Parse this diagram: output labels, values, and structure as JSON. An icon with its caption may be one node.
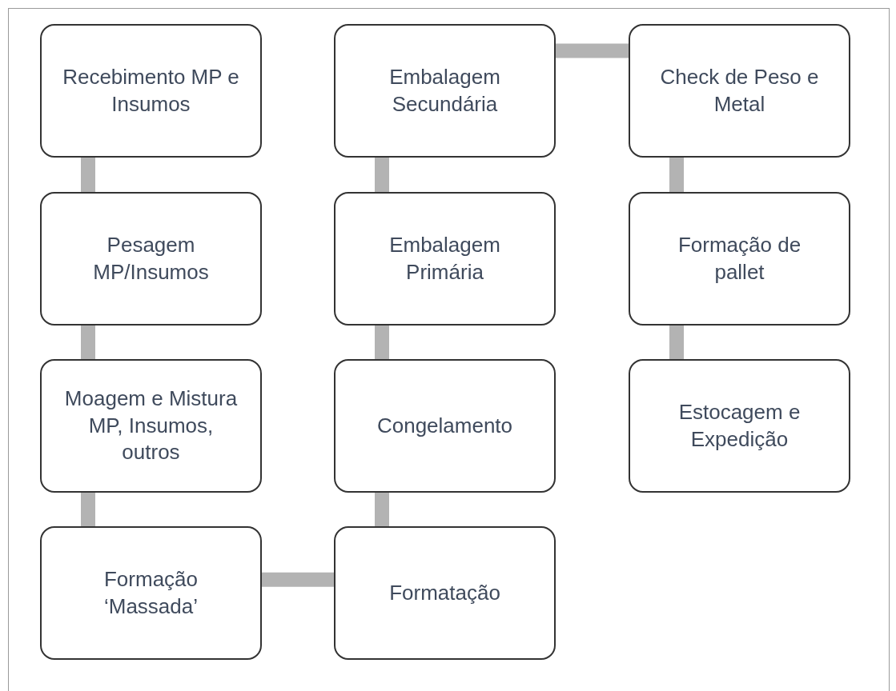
{
  "diagram": {
    "nodes": [
      {
        "text": [
          "Recebimento MP e Insumos"
        ]
      },
      {
        "text": [
          "Pesagem MP/Insumos"
        ]
      },
      {
        "text": [
          "Moagem e Mistura MP, Insumos, outros"
        ]
      },
      {
        "text": [
          "Formação ‘Massada’"
        ]
      },
      {
        "text": [
          "Formatação"
        ]
      },
      {
        "text": [
          "Congelamento"
        ]
      },
      {
        "text": [
          "Embalagem Primária"
        ]
      },
      {
        "text": [
          "Embalagem Secundária"
        ]
      },
      {
        "text": [
          "Check de Peso e Metal"
        ]
      },
      {
        "text": [
          "Formação de pallet"
        ]
      },
      {
        "text": [
          "Estocagem e Expedição"
        ]
      }
    ],
    "edges": [
      {
        "from": 0,
        "to": 1,
        "arrow": "none"
      },
      {
        "from": 1,
        "to": 2,
        "arrow": "none"
      },
      {
        "from": 2,
        "to": 3,
        "arrow": "none"
      },
      {
        "from": 3,
        "to": 4,
        "arrow": "none"
      },
      {
        "from": 4,
        "to": 5,
        "arrow": "none"
      },
      {
        "from": 5,
        "to": 6,
        "arrow": "none"
      },
      {
        "from": 6,
        "to": 7,
        "arrow": "none"
      },
      {
        "from": 7,
        "to": 8,
        "arrow": "none"
      },
      {
        "from": 8,
        "to": 9,
        "arrow": "none"
      },
      {
        "from": 9,
        "to": 10,
        "arrow": "none"
      }
    ]
  }
}
